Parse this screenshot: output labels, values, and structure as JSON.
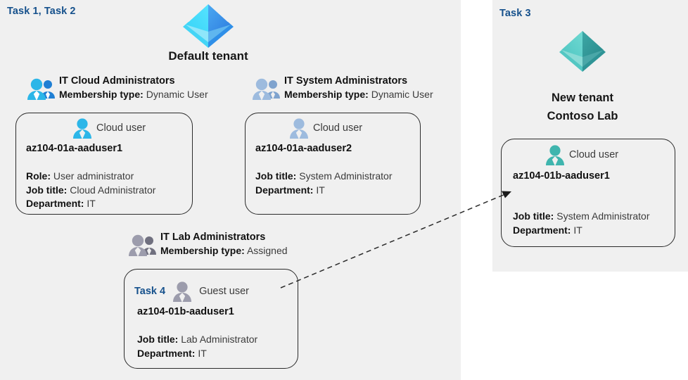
{
  "panels": {
    "left": {
      "task_label": "Task 1, Task 2"
    },
    "right": {
      "task_label": "Task 3"
    }
  },
  "tenants": [
    {
      "name": "Default tenant",
      "icon": "entra-tenant-icon",
      "color": "#32b8ef"
    },
    {
      "name_line1": "New  tenant",
      "name_line2": "Contoso Lab",
      "icon": "entra-tenant-icon",
      "color": "#3fb5ae"
    }
  ],
  "groups": [
    {
      "name": "IT Cloud Administrators",
      "membership_label": "Membership type:",
      "membership_value": "Dynamic User",
      "icon": "group-users-icon",
      "color": "#2cb6e8"
    },
    {
      "name": "IT System Administrators",
      "membership_label": "Membership type:",
      "membership_value": "Dynamic User",
      "icon": "group-users-icon",
      "color": "#9dbbde"
    },
    {
      "name": "IT Lab Administrators",
      "membership_label": "Membership type:",
      "membership_value": "Assigned",
      "icon": "group-users-icon",
      "color": "#9c9cac"
    }
  ],
  "cards": [
    {
      "task": "",
      "user_type": "Cloud user",
      "icon": "cloud-user-icon",
      "color": "#2cb6e8",
      "username": "az104-01a-aaduser1",
      "attributes": [
        {
          "label": "Role:",
          "value": "User administrator"
        },
        {
          "label": "Job title:",
          "value": "Cloud Administrator"
        },
        {
          "label": "Department:",
          "value": "IT"
        }
      ]
    },
    {
      "task": "",
      "user_type": "Cloud user",
      "icon": "cloud-user-icon",
      "color": "#9dbbde",
      "username": "az104-01a-aaduser2",
      "attributes": [
        {
          "label": "Job title:",
          "value": "System Administrator"
        },
        {
          "label": "Department:",
          "value": "IT"
        }
      ]
    },
    {
      "task": "Task 4",
      "user_type": "Guest user",
      "icon": "guest-user-icon",
      "color": "#9c9cac",
      "username": "az104-01b-aaduser1",
      "attributes": [
        {
          "label": "Job title:",
          "value": "Lab Administrator"
        },
        {
          "label": "Department:",
          "value": "IT"
        }
      ]
    },
    {
      "task": "",
      "user_type": "Cloud user",
      "icon": "cloud-user-icon",
      "color": "#3fb5ae",
      "username": "az104-01b-aaduser1",
      "attributes": [
        {
          "label": "Job title:",
          "value": "System Administrator"
        },
        {
          "label": "Department:",
          "value": "IT"
        }
      ]
    }
  ],
  "connector": {
    "name": "guest-invite-arrow",
    "style": "dashed",
    "color": "#2b2b2b"
  },
  "colors": {
    "panel_background": "#f0f0f0",
    "page_background": "#ffffff",
    "task_label": "#16518c",
    "card_border": "#2b2b2b",
    "text_primary": "#111111",
    "text_secondary": "#3b3b3b"
  }
}
